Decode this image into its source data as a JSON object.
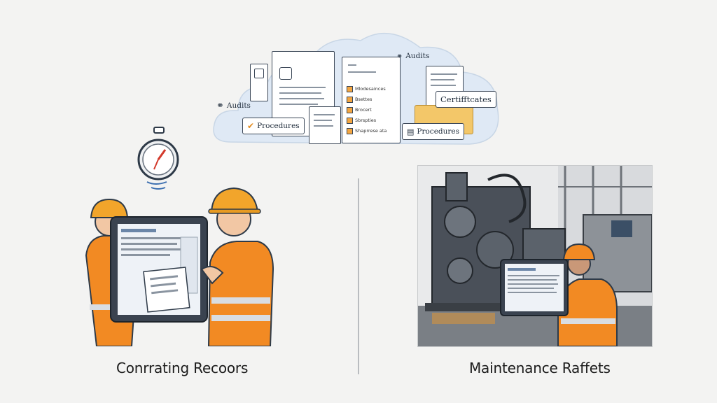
{
  "cloud": {
    "labels": {
      "audits_left": "Audits",
      "audits_top": "Audits",
      "procedures_left": "Procedures",
      "procedures_right": "Procedures",
      "certificates": "Certifftcates"
    },
    "checklist_items": [
      "Mlodesainces",
      "Bsettes",
      "Brocert",
      "Sbrspties",
      "Shaprrese ata"
    ]
  },
  "captions": {
    "left": "Conrrating Recoors",
    "right": "Maintenance Raffets"
  },
  "colors": {
    "hardhat": "#f2a52b",
    "vest": "#f28a23",
    "reflective": "#d9dde2",
    "cloud": "#dde8f4",
    "outline": "#2e3a48"
  }
}
